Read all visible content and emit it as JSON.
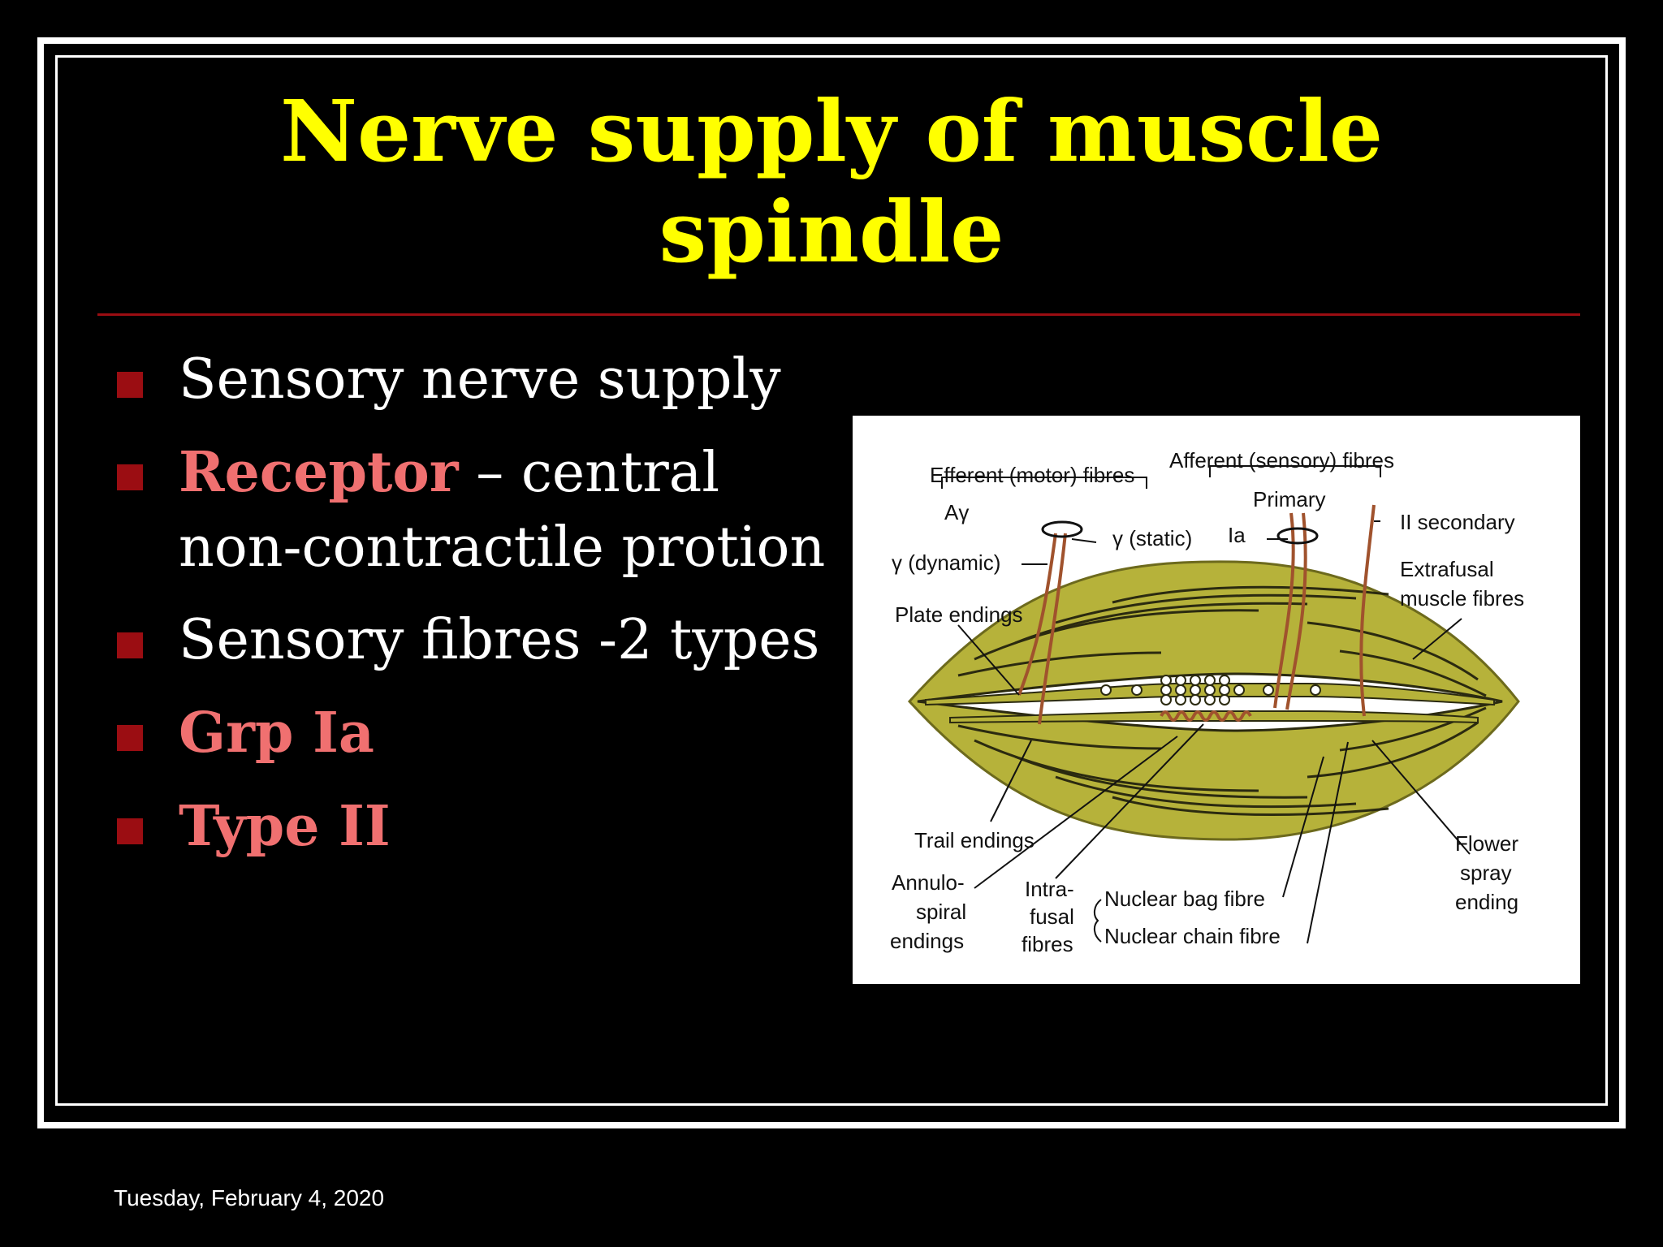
{
  "slide": {
    "title_line1": "Nerve supply of muscle",
    "title_line2": "spindle",
    "bullets": [
      {
        "text": "Sensory nerve supply"
      },
      {
        "accent": "Receptor",
        "rest": " – central non-contractile protion"
      },
      {
        "text": "Sensory fibres -2 types"
      },
      {
        "accent": "Grp Ia"
      },
      {
        "accent": "Type II"
      }
    ],
    "date": "Tuesday, February 4, 2020"
  },
  "figure": {
    "labels": {
      "efferent": "Efferent (motor) fibres",
      "afferent": "Afferent (sensory) fibres",
      "a_gamma": "Aγ",
      "primary": "Primary",
      "gamma_static": "γ (static)",
      "ia": "Ia",
      "ii_secondary": "II secondary",
      "gamma_dynamic": "γ (dynamic)",
      "extrafusal_1": "Extrafusal",
      "extrafusal_2": "muscle fibres",
      "plate_endings": "Plate endings",
      "trail_endings": "Trail endings",
      "annulo_1": "Annulo-",
      "annulo_2": "spiral",
      "annulo_3": "endings",
      "intra_1": "Intra-",
      "intra_2": "fusal",
      "intra_3": "fibres",
      "nuclear_bag": "Nuclear bag fibre",
      "nuclear_chain": "Nuclear chain fibre",
      "flower_1": "Flower",
      "flower_2": "spray",
      "flower_3": "ending"
    }
  },
  "colors": {
    "title": "#ffff00",
    "accent": "#f07070",
    "bullet_square": "#9b0d12",
    "muscle": "#b6b23a",
    "nerve": "#a0522d"
  }
}
